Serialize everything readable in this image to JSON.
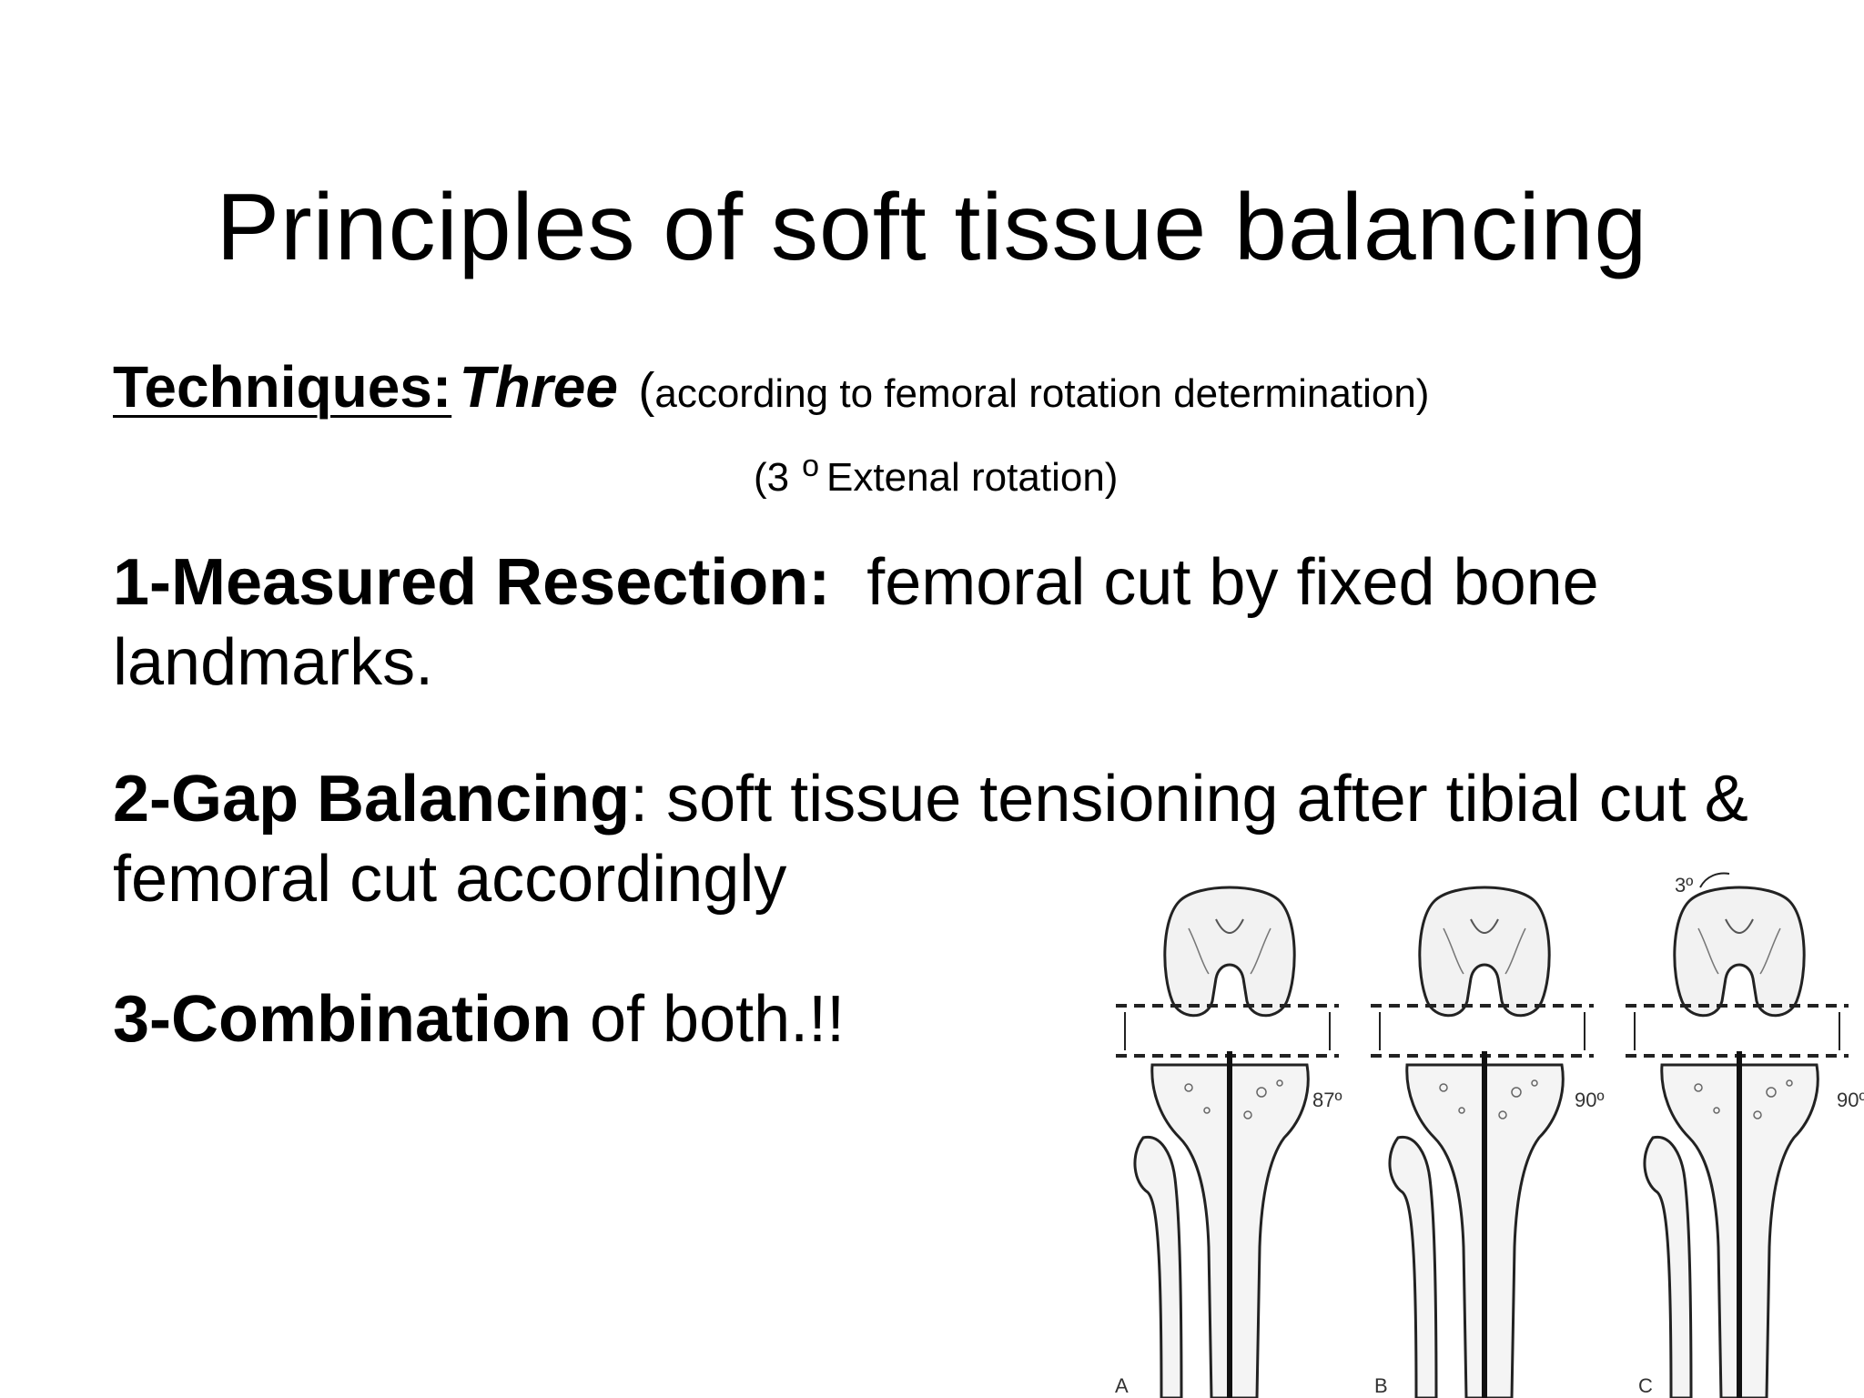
{
  "slide": {
    "title": "Principles of soft tissue balancing",
    "techniques": {
      "label": "Techniques:",
      "count": "Three",
      "paren_open": "(",
      "note": "according to femoral rotation determination)",
      "sub_open": "(3",
      "sub_degree": "o",
      "sub_text": "Extenal rotation)"
    },
    "items": [
      {
        "lead": "1-Measured Resection:",
        "text": "  femoral cut by fixed bone landmarks."
      },
      {
        "lead": "2-Gap Balancing",
        "text": ": soft tissue tensioning after tibial cut & femoral cut accordingly"
      },
      {
        "lead": "3-Combination",
        "text": " of both.!!"
      }
    ]
  },
  "figure": {
    "panels": [
      {
        "letter": "A",
        "angle": "87º"
      },
      {
        "letter": "B",
        "angle": "90º"
      },
      {
        "letter": "C",
        "angle": "90º",
        "rotation": "3º"
      }
    ]
  }
}
